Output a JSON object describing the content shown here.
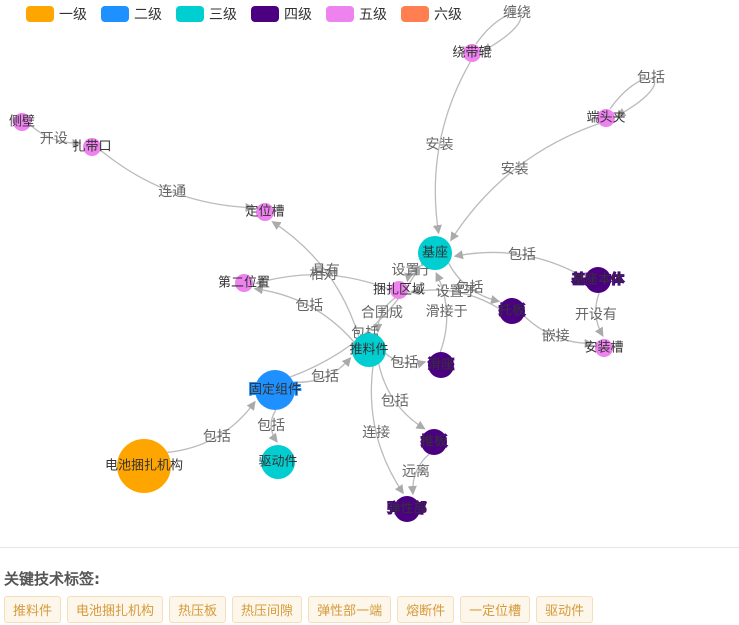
{
  "legend": [
    {
      "label": "一级",
      "color": "#FFA500"
    },
    {
      "label": "二级",
      "color": "#1E90FF"
    },
    {
      "label": "三级",
      "color": "#00CED1"
    },
    {
      "label": "四级",
      "color": "#4B0082"
    },
    {
      "label": "五级",
      "color": "#EE82EE"
    },
    {
      "label": "六级",
      "color": "#FF7F50"
    }
  ],
  "nodes": [
    {
      "id": "n1",
      "label": "电池捆扎机构",
      "level": 1
    },
    {
      "id": "n2",
      "label": "固定组件",
      "level": 2
    },
    {
      "id": "n3",
      "label": "驱动件",
      "level": 3
    },
    {
      "id": "n4",
      "label": "推料件",
      "level": 3
    },
    {
      "id": "n5",
      "label": "基座",
      "level": 3
    },
    {
      "id": "n6",
      "label": "托板",
      "level": 4
    },
    {
      "id": "n7",
      "label": "滑座",
      "level": 4
    },
    {
      "id": "n8",
      "label": "推板",
      "level": 4
    },
    {
      "id": "n9",
      "label": "弹性部",
      "level": 4
    },
    {
      "id": "n10",
      "label": "基座本体",
      "level": 4
    },
    {
      "id": "n11",
      "label": "安装槽",
      "level": 5
    },
    {
      "id": "n12",
      "label": "捆扎区域",
      "level": 5
    },
    {
      "id": "n13",
      "label": "第二位置",
      "level": 5
    },
    {
      "id": "n14",
      "label": "定位槽",
      "level": 5
    },
    {
      "id": "n15",
      "label": "扎带口",
      "level": 5
    },
    {
      "id": "n16",
      "label": "侧壁",
      "level": 5
    },
    {
      "id": "n17",
      "label": "绕带辊",
      "level": 5
    },
    {
      "id": "n18",
      "label": "端头夹",
      "level": 5
    }
  ],
  "edges": [
    {
      "from": "n1",
      "to": "n2",
      "label": "包括"
    },
    {
      "from": "n2",
      "to": "n3",
      "label": "包括"
    },
    {
      "from": "n2",
      "to": "n4",
      "label": "包括"
    },
    {
      "from": "n2",
      "to": "n5",
      "label": "包括"
    },
    {
      "from": "n4",
      "to": "n13",
      "label": "包括"
    },
    {
      "from": "n4",
      "to": "n7",
      "label": "包括"
    },
    {
      "from": "n4",
      "to": "n8",
      "label": "包括"
    },
    {
      "from": "n4",
      "to": "n9",
      "label": "连接"
    },
    {
      "from": "n8",
      "to": "n9",
      "label": "远离"
    },
    {
      "from": "n4",
      "to": "n14",
      "label": "具有"
    },
    {
      "from": "n5",
      "to": "n6",
      "label": "包括"
    },
    {
      "from": "n5",
      "to": "n12",
      "label": "设置于"
    },
    {
      "from": "n6",
      "to": "n12",
      "label": "设置于"
    },
    {
      "from": "n12",
      "to": "n4",
      "label": "合围成"
    },
    {
      "from": "n10",
      "to": "n11",
      "label": "开设有"
    },
    {
      "from": "n6",
      "to": "n11",
      "label": "嵌接"
    },
    {
      "from": "n15",
      "to": "n14",
      "label": "连通"
    },
    {
      "from": "n16",
      "to": "n15",
      "label": "开设"
    },
    {
      "from": "n17",
      "to": "n5",
      "label": "安装"
    },
    {
      "from": "n18",
      "to": "n5",
      "label": "安装"
    },
    {
      "from": "n17",
      "to": "n17",
      "label": "缠绕"
    },
    {
      "from": "n18",
      "to": "n18",
      "label": "包括"
    },
    {
      "from": "n12",
      "to": "n13",
      "label": "相对"
    },
    {
      "from": "n7",
      "to": "n5",
      "label": "滑接于"
    },
    {
      "from": "n10",
      "to": "n5",
      "label": "包括"
    }
  ],
  "tags_title": "关键技术标签:",
  "tags": [
    "推料件",
    "电池捆扎机构",
    "热压板",
    "热压间隙",
    "弹性部一端",
    "熔断件",
    "一定位槽",
    "驱动件"
  ]
}
